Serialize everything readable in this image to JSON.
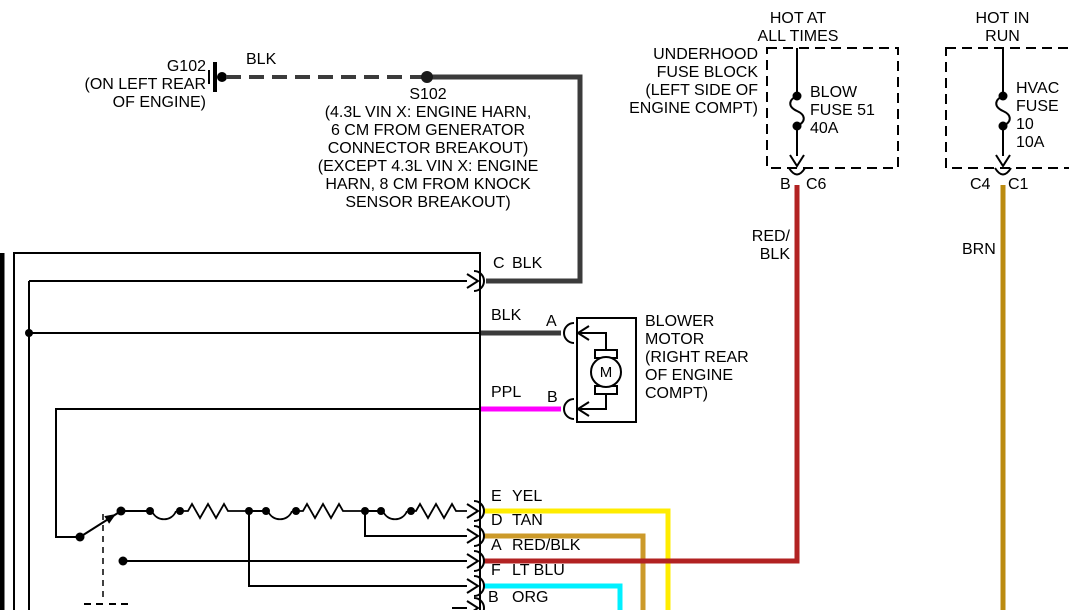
{
  "colors": {
    "black_wire": "#3b3b3b",
    "red_blk": "#b22222",
    "brown": "#bb8b10",
    "yellow": "#ffec00",
    "tan": "#cc9a2a",
    "purple": "#ff00ff",
    "light_blue": "#00f0ff"
  },
  "ground": {
    "name": "G102\n(ON LEFT REAR\nOF ENGINE)",
    "wire": "BLK"
  },
  "splice": {
    "name": "S102\n(4.3L VIN X: ENGINE HARN,\n6 CM FROM GENERATOR\nCONNECTOR BREAKOUT)\n(EXCEPT 4.3L VIN X: ENGINE\nHARN, 8 CM FROM KNOCK\nSENSOR BREAKOUT)"
  },
  "underhood_fuse_block": {
    "power": "HOT AT\nALL TIMES",
    "location": "UNDERHOOD\nFUSE BLOCK\n(LEFT SIDE OF\nENGINE COMPT)",
    "fuse": "BLOW\nFUSE 51\n40A",
    "pin_left": "B",
    "pin_right": "C6",
    "wire": "RED/\nBLK"
  },
  "hvac_fuse_block": {
    "power": "HOT IN\nRUN",
    "fuse": "HVAC\nFUSE\n10\n10A",
    "pin_left": "C4",
    "pin_right": "C1",
    "wire": "BRN"
  },
  "harness_connector": {
    "pin": "C",
    "wire": "BLK"
  },
  "blower_motor": {
    "label": "BLOWER\nMOTOR\n(RIGHT REAR\nOF ENGINE\nCOMPT)",
    "motor_letter": "M",
    "pin_a": "A",
    "wire_a": "BLK",
    "pin_b": "B",
    "wire_b": "PPL"
  },
  "resistor_connector_rows": [
    {
      "pin": "E",
      "wire": "YEL"
    },
    {
      "pin": "D",
      "wire": "TAN"
    },
    {
      "pin": "A",
      "wire": "RED/BLK"
    },
    {
      "pin": "F",
      "wire": "LT BLU"
    },
    {
      "pin": "B",
      "wire": "ORG"
    }
  ]
}
